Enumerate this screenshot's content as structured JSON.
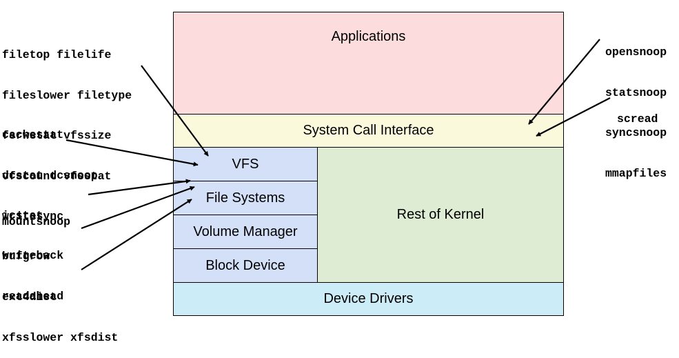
{
  "colors": {
    "applications": "#fcdcdc",
    "syscall": "#fbf9dc",
    "vfs_stack": "#d3e0f8",
    "kernel": "#ddecd2",
    "drivers": "#ccecf8",
    "stroke": "#000000"
  },
  "layers": {
    "applications": "Applications",
    "syscall": "System Call Interface",
    "vfs": "VFS",
    "file_systems": "File Systems",
    "volume_manager": "Volume Manager",
    "block_device": "Block Device",
    "rest_of_kernel": "Rest of Kernel",
    "device_drivers": "Device Drivers"
  },
  "tools_left": {
    "group1": [
      "filetop filelife",
      "fileslower filetype",
      "fsrwstat vfssize",
      "vfscount vfsstat",
      "writesync"
    ],
    "group2": [
      "cachestat",
      "dcstat dcsnoop",
      "icstat",
      "bufgrow",
      "readahead"
    ],
    "mountsnoop": "mountsnoop",
    "writeback": "writeback",
    "group5": [
      "ext4dist",
      "xfsslower xfsdist"
    ]
  },
  "tools_right": {
    "group1": [
      "opensnoop",
      "statsnoop",
      "syncsnoop",
      "mmapfiles"
    ],
    "scread": "scread"
  }
}
